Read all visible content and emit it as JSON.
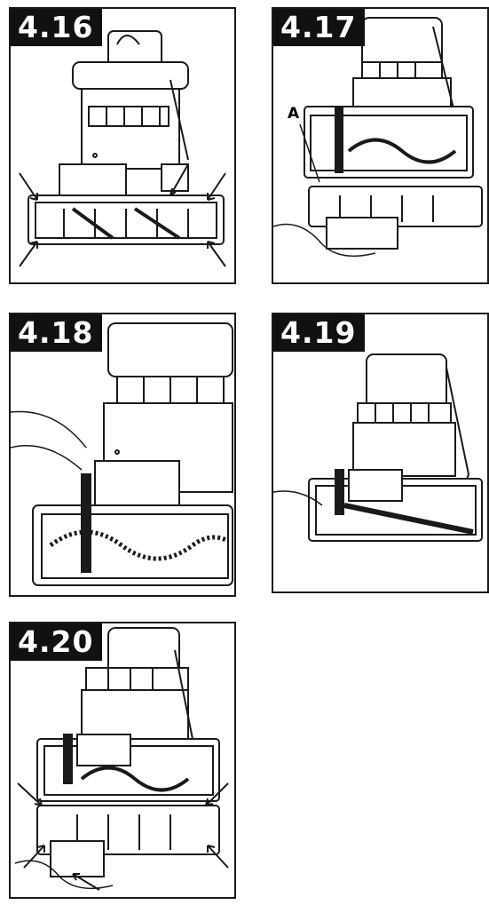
{
  "figures": [
    {
      "label": "4.16"
    },
    {
      "label": "4.17",
      "callout": "A"
    },
    {
      "label": "4.18"
    },
    {
      "label": "4.19"
    },
    {
      "label": "4.20"
    }
  ],
  "colors": {
    "line": "#1a1a1a",
    "fill": "#ffffff",
    "label_bg": "#111111"
  }
}
